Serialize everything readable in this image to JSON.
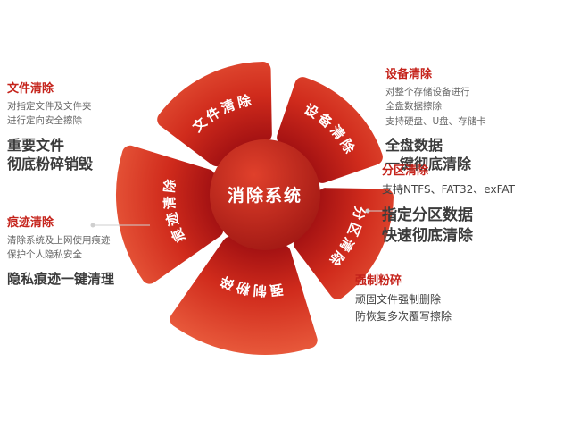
{
  "diagram": {
    "center_label": "消除系统",
    "segments": [
      {
        "label": "设备清除",
        "angle": 45
      },
      {
        "label": "分区清除",
        "angle": 117
      },
      {
        "label": "强制粉碎",
        "angle": 189
      },
      {
        "label": "痕迹清除",
        "angle": 261
      },
      {
        "label": "文件清除",
        "angle": 333
      }
    ],
    "colors": {
      "petal_gradient": [
        "#7a0e0e",
        "#a61313",
        "#d02b1c",
        "#e8593b"
      ],
      "center_gradient": [
        "#e0402b",
        "#8f0d0d"
      ],
      "label_text": "#ffffff",
      "accent_red": "#c5231b"
    }
  },
  "callouts": [
    {
      "title": "文件清除",
      "lines": [
        "对指定文件及文件夹",
        "进行定向安全擦除"
      ],
      "mids": [],
      "emphasis": [
        "重要文件",
        "彻底粉碎销毁"
      ]
    },
    {
      "title": "痕迹清除",
      "lines": [
        "清除系统及上网使用痕迹",
        "保护个人隐私安全"
      ],
      "mids": [],
      "emphasis": [
        "隐私痕迹一键清理"
      ]
    },
    {
      "title": "设备清除",
      "lines": [
        "对整个存储设备进行",
        "全盘数据擦除",
        "支持硬盘、U盘、存储卡"
      ],
      "mids": [],
      "emphasis": [
        "全盘数据",
        "一键彻底清除"
      ]
    },
    {
      "title": "分区清除",
      "lines": [],
      "mids": [
        "支持NTFS、FAT32、exFAT"
      ],
      "emphasis": [
        "指定分区数据",
        "快速彻底清除"
      ]
    },
    {
      "title": "强制粉碎",
      "lines": [],
      "mids": [
        "顽固文件强制删除",
        "防恢复多次覆写擦除"
      ],
      "emphasis": []
    }
  ]
}
